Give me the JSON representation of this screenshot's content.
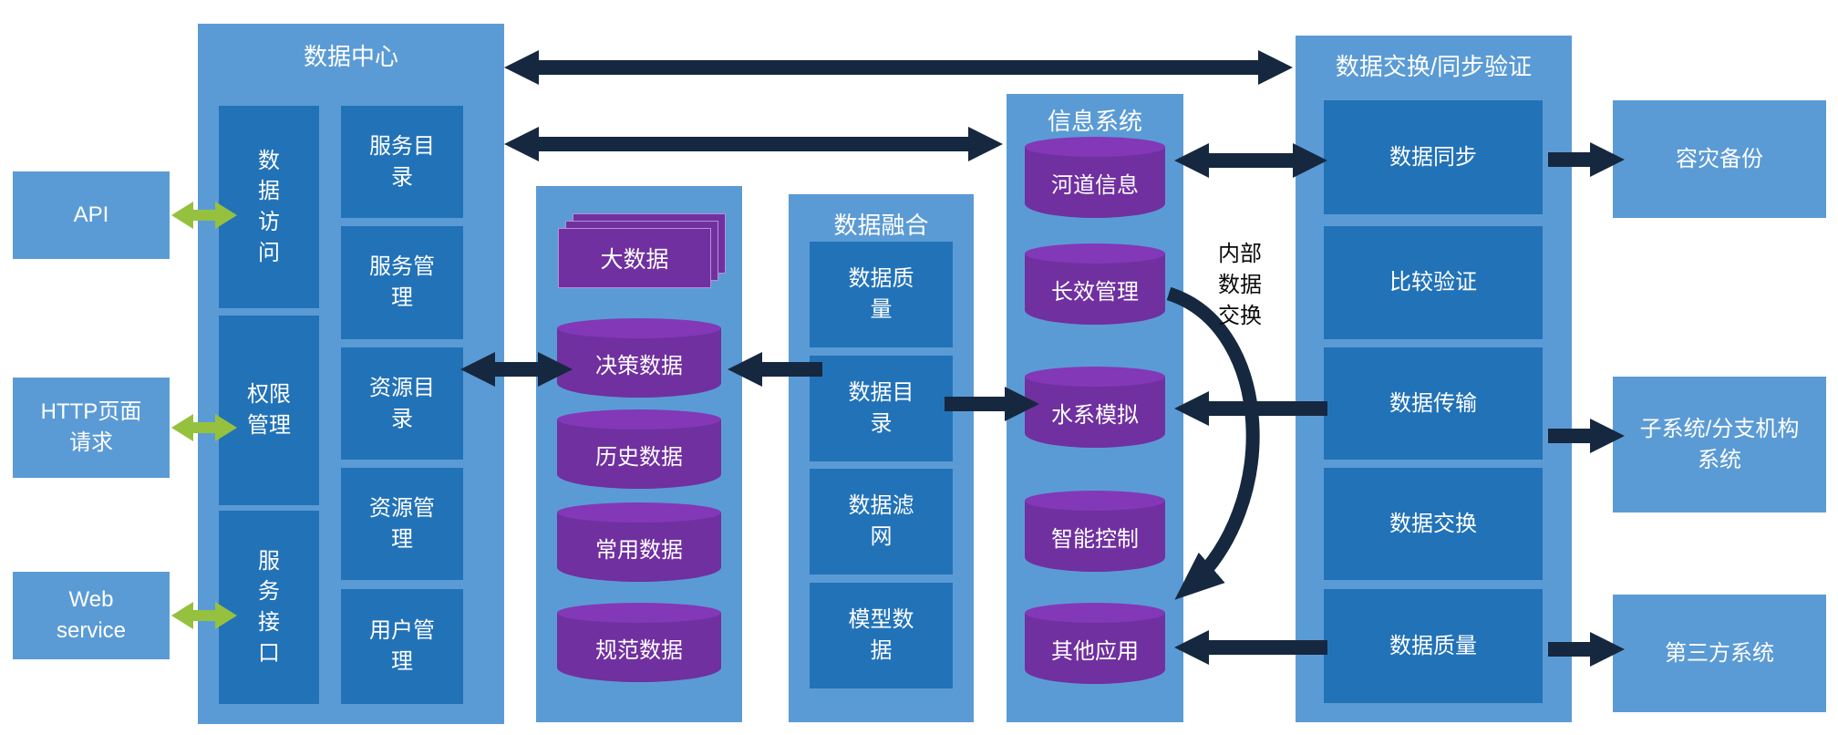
{
  "colors": {
    "box_blue": "#5B9BD5",
    "box_dark_blue": "#2272B8",
    "cylinder_purple": "#7030A0",
    "cylinder_cap": "#8338B8",
    "arrow_navy": "#16283F",
    "arrow_green": "#95C13E"
  },
  "left_inputs": [
    {
      "label": "API"
    },
    {
      "label": "HTTP页面请求"
    },
    {
      "label": "Web service"
    }
  ],
  "data_center": {
    "title": "数据中心",
    "left_items": [
      {
        "label": "数据访问"
      },
      {
        "label": "权限管理"
      },
      {
        "label": "服务接口"
      }
    ],
    "right_items": [
      {
        "label": "服务目录"
      },
      {
        "label": "服务管理"
      },
      {
        "label": "资源目录"
      },
      {
        "label": "资源管理"
      },
      {
        "label": "用户管理"
      }
    ]
  },
  "big_data_store": {
    "stack_label": "大数据",
    "cylinders": [
      {
        "label": "决策数据"
      },
      {
        "label": "历史数据"
      },
      {
        "label": "常用数据"
      },
      {
        "label": "规范数据"
      }
    ]
  },
  "data_fusion": {
    "title": "数据融合",
    "items": [
      {
        "label": "数据质量"
      },
      {
        "label": "数据目录"
      },
      {
        "label": "数据滤网"
      },
      {
        "label": "模型数据"
      }
    ]
  },
  "info_system": {
    "title": "信息系统",
    "cylinders": [
      {
        "label": "河道信息"
      },
      {
        "label": "长效管理"
      },
      {
        "label": "水系模拟"
      },
      {
        "label": "智能控制"
      },
      {
        "label": "其他应用"
      }
    ]
  },
  "exchange": {
    "title": "数据交换/同步验证",
    "items": [
      {
        "label": "数据同步"
      },
      {
        "label": "比较验证"
      },
      {
        "label": "数据传输"
      },
      {
        "label": "数据交换"
      },
      {
        "label": "数据质量"
      }
    ]
  },
  "right_outputs": [
    {
      "label": "容灾备份"
    },
    {
      "label": "子系统/分支机构系统"
    },
    {
      "label": "第三方系统"
    }
  ],
  "annotations": {
    "internal_exchange": "内部数据交换"
  }
}
